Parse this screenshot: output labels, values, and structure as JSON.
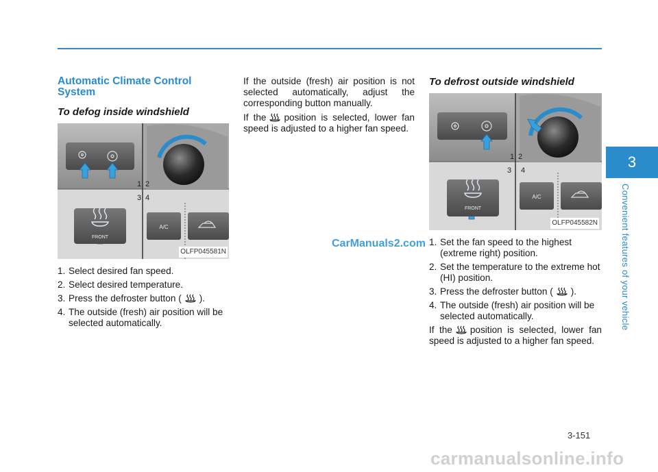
{
  "chapter": {
    "number": "3",
    "title": "Convenient features of your vehicle"
  },
  "left": {
    "section_title": "Automatic Climate Control System",
    "subtitle": "To defog inside windshield",
    "figure": {
      "code": "OLFP045581N",
      "callouts": [
        "1",
        "2",
        "3",
        "4"
      ],
      "front_label": "FRONT",
      "ac_label": "A/C"
    },
    "steps": [
      {
        "num": "1.",
        "text": "Select desired fan speed."
      },
      {
        "num": "2.",
        "text": "Select desired temperature."
      },
      {
        "num": "3.",
        "text_before": "Press the defroster button (",
        "text_after": ")."
      },
      {
        "num": "4.",
        "text": "The outside (fresh) air position will be selected automatically."
      }
    ]
  },
  "middle": {
    "para1": "If the outside (fresh) air position is not selected automatically, adjust the corresponding button manually.",
    "para2_before": "If the",
    "para2_after": "position is selected, lower fan speed is adjusted to a higher fan speed."
  },
  "right": {
    "subtitle": "To defrost outside windshield",
    "figure": {
      "code": "OLFP045582N",
      "callouts": [
        "1",
        "2",
        "3",
        "4"
      ],
      "front_label": "FRONT",
      "ac_label": "A/C"
    },
    "steps": [
      {
        "num": "1.",
        "text": "Set the fan speed to the highest (extreme right) position."
      },
      {
        "num": "2.",
        "text": "Set the temperature to the extreme hot (HI) position."
      },
      {
        "num": "3.",
        "text_before": "Press the defroster button (",
        "text_after": ")."
      },
      {
        "num": "4.",
        "text": "The outside (fresh) air position will be selected automatically."
      }
    ],
    "para_before": "If the",
    "para_after": "position is selected, lower fan speed is adjusted to a higher fan speed."
  },
  "watermark": "CarManuals2.com",
  "page_number": "3-151",
  "footer_mark": "carmanualsonline.info",
  "colors": {
    "accent": "#2b8ccb",
    "arrow": "#39a0dc",
    "panel": "#3a3a3a"
  }
}
